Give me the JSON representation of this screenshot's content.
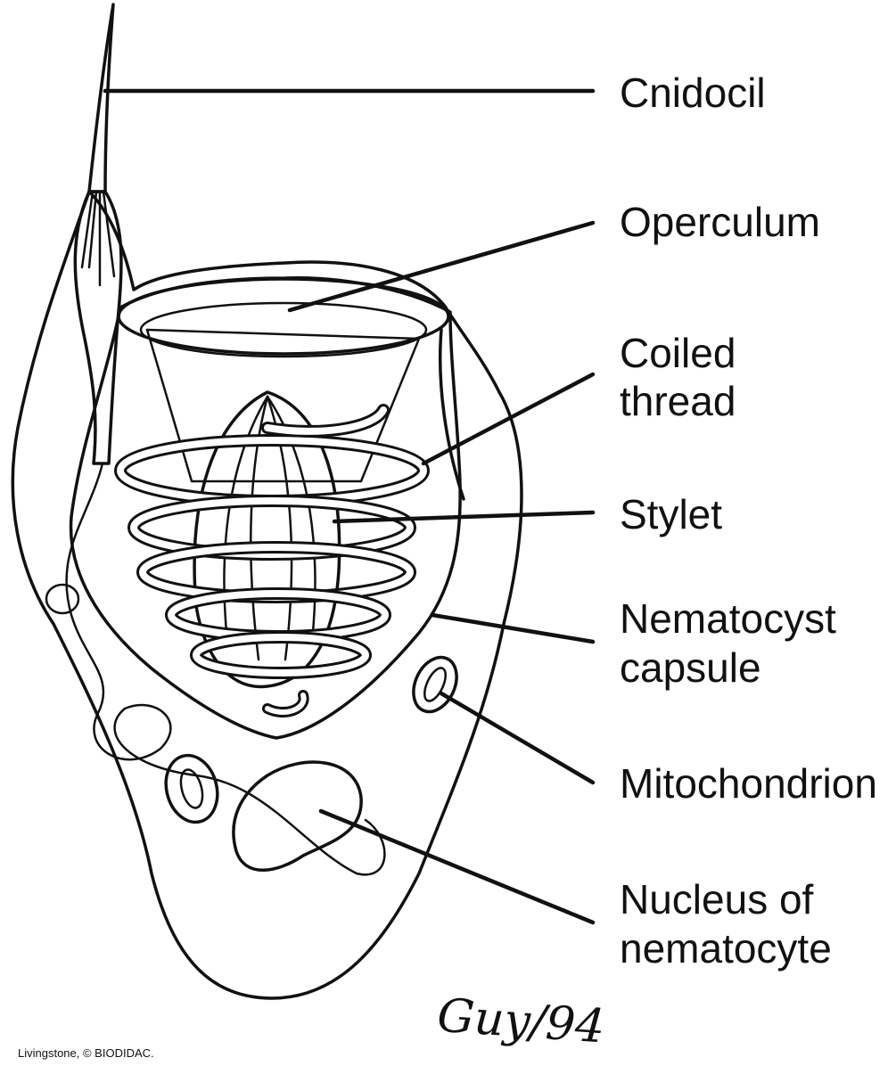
{
  "labels": {
    "cnidocil": "Cnidocil",
    "operculum": "Operculum",
    "coiled_thread_1": "Coiled",
    "coiled_thread_2": "thread",
    "stylet": "Stylet",
    "capsule_1": "Nematocyst",
    "capsule_2": "capsule",
    "mitochondrion": "Mitochondrion",
    "nucleus_1": "Nucleus of",
    "nucleus_2": "nematocyte"
  },
  "signature": "Guy/94",
  "credit": "Livingstone, © BIODIDAC."
}
